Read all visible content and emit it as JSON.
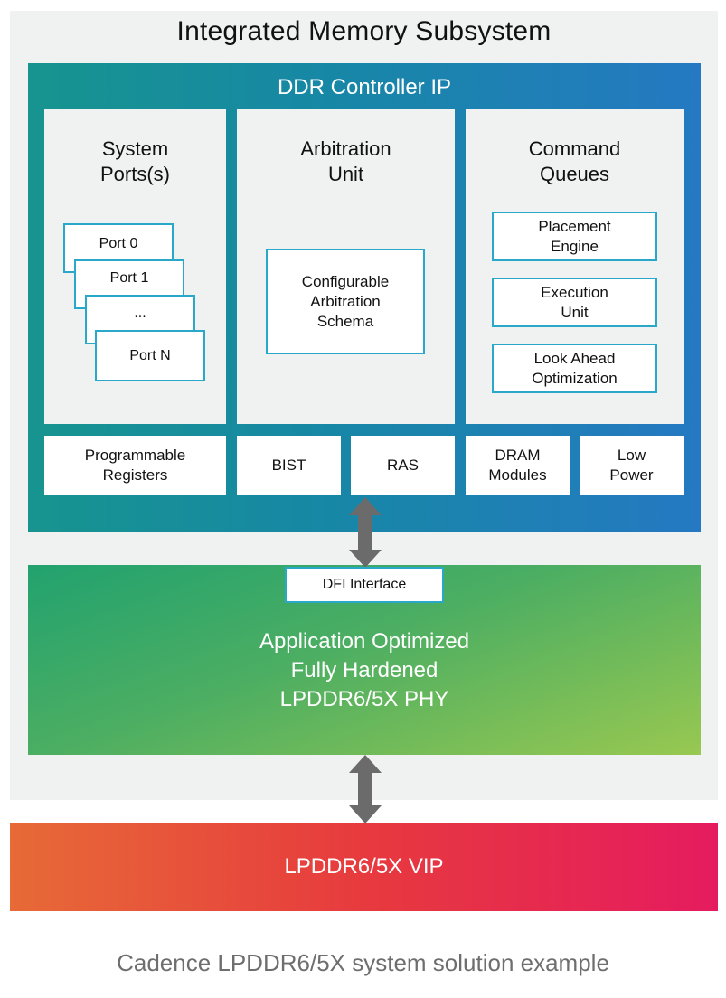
{
  "subsystem": {
    "title": "Integrated Memory Subsystem"
  },
  "controller": {
    "title": "DDR Controller IP",
    "system_ports": {
      "title_line1": "System",
      "title_line2": "Ports(s)",
      "ports": [
        "Port 0",
        "Port 1",
        "...",
        "Port N"
      ]
    },
    "arbitration": {
      "title_line1": "Arbitration",
      "title_line2": "Unit",
      "schema_line1": "Configurable",
      "schema_line2": "Arbitration",
      "schema_line3": "Schema"
    },
    "command_queues": {
      "title_line1": "Command",
      "title_line2": "Queues",
      "items": [
        {
          "line1": "Placement",
          "line2": "Engine"
        },
        {
          "line1": "Execution",
          "line2": "Unit"
        },
        {
          "line1": "Look Ahead",
          "line2": "Optimization"
        }
      ]
    },
    "bottom_row": {
      "programmable_registers": {
        "line1": "Programmable",
        "line2": "Registers"
      },
      "bist": "BIST",
      "ras": "RAS",
      "dram_modules": {
        "line1": "DRAM",
        "line2": "Modules"
      },
      "low_power": {
        "line1": "Low",
        "line2": "Power"
      }
    }
  },
  "phy": {
    "dfi_interface": "DFI Interface",
    "line1": "Application Optimized",
    "line2": "Fully Hardened",
    "line3": "LPDDR6/5X PHY"
  },
  "vip": {
    "label": "LPDDR6/5X VIP"
  },
  "caption": "Cadence LPDDR6/5X system solution example",
  "colors": {
    "panel_gray": "#f0f1f1",
    "controller_gradient": [
      "#17948f",
      "#2579c2"
    ],
    "phy_gradient": [
      "#22a26f",
      "#98c851"
    ],
    "vip_gradient": [
      "#e76a37",
      "#e51b5f"
    ],
    "box_border": "#2aa8c9",
    "arrow": "#6b6b6b"
  },
  "icons": [
    "double-arrow-icon",
    "double-arrow-icon"
  ]
}
